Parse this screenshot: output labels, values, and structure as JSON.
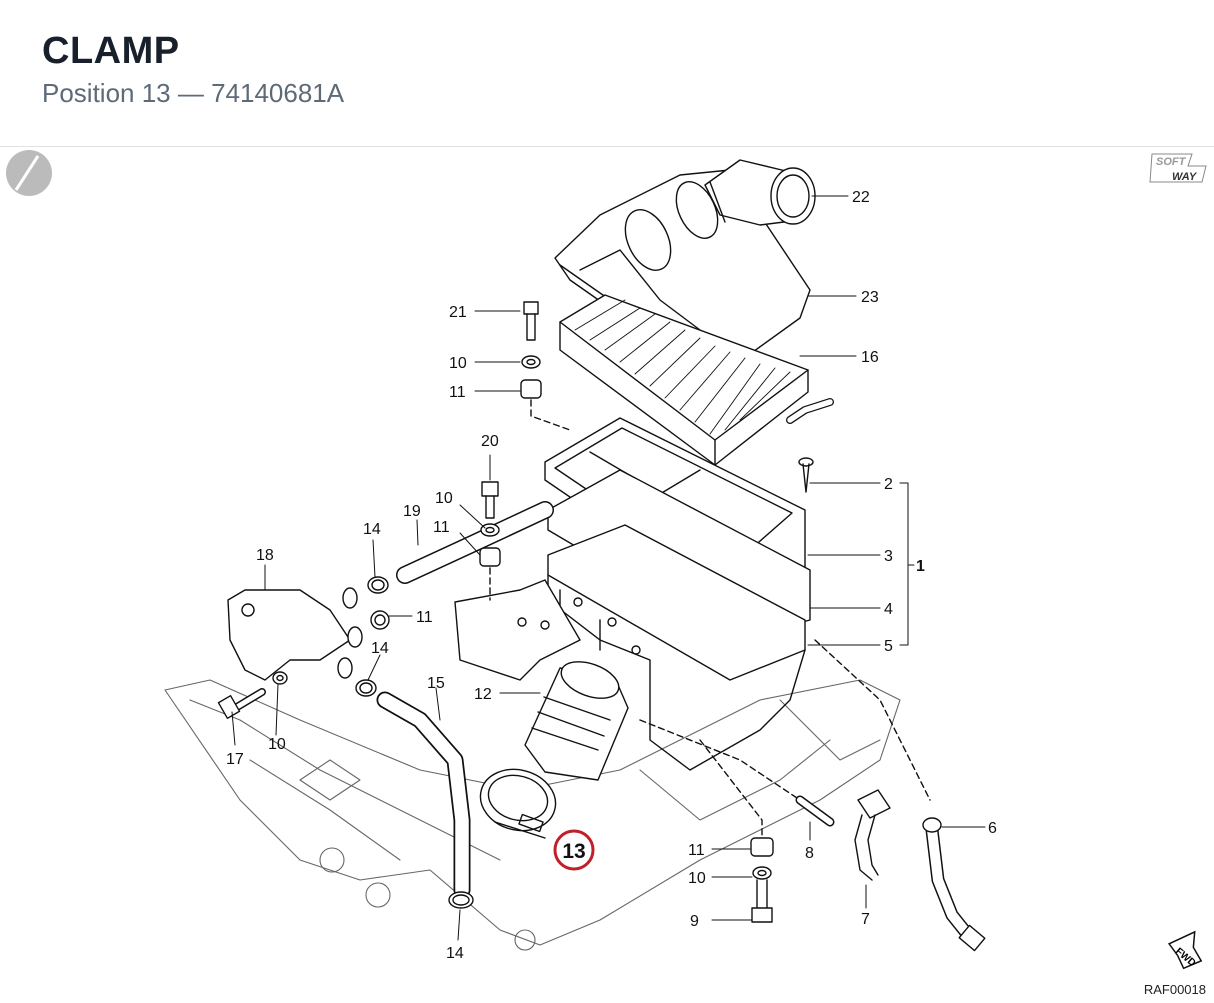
{
  "header": {
    "title": "CLAMP",
    "subtitle": "Position 13 — 74140681A"
  },
  "diagram": {
    "reference": "RAF00018",
    "logo_text": [
      "SOFT",
      "WAY"
    ],
    "fwd_label": "FWD",
    "highlight_color": "#c0202a",
    "highlighted_position": "13",
    "callouts": [
      "22",
      "23",
      "16",
      "21",
      "10",
      "11",
      "2",
      "3",
      "1",
      "4",
      "5",
      "20",
      "10",
      "11",
      "19",
      "14",
      "18",
      "11",
      "14",
      "15",
      "12",
      "17",
      "10",
      "6",
      "8",
      "11",
      "10",
      "9",
      "7",
      "14",
      "13"
    ]
  }
}
